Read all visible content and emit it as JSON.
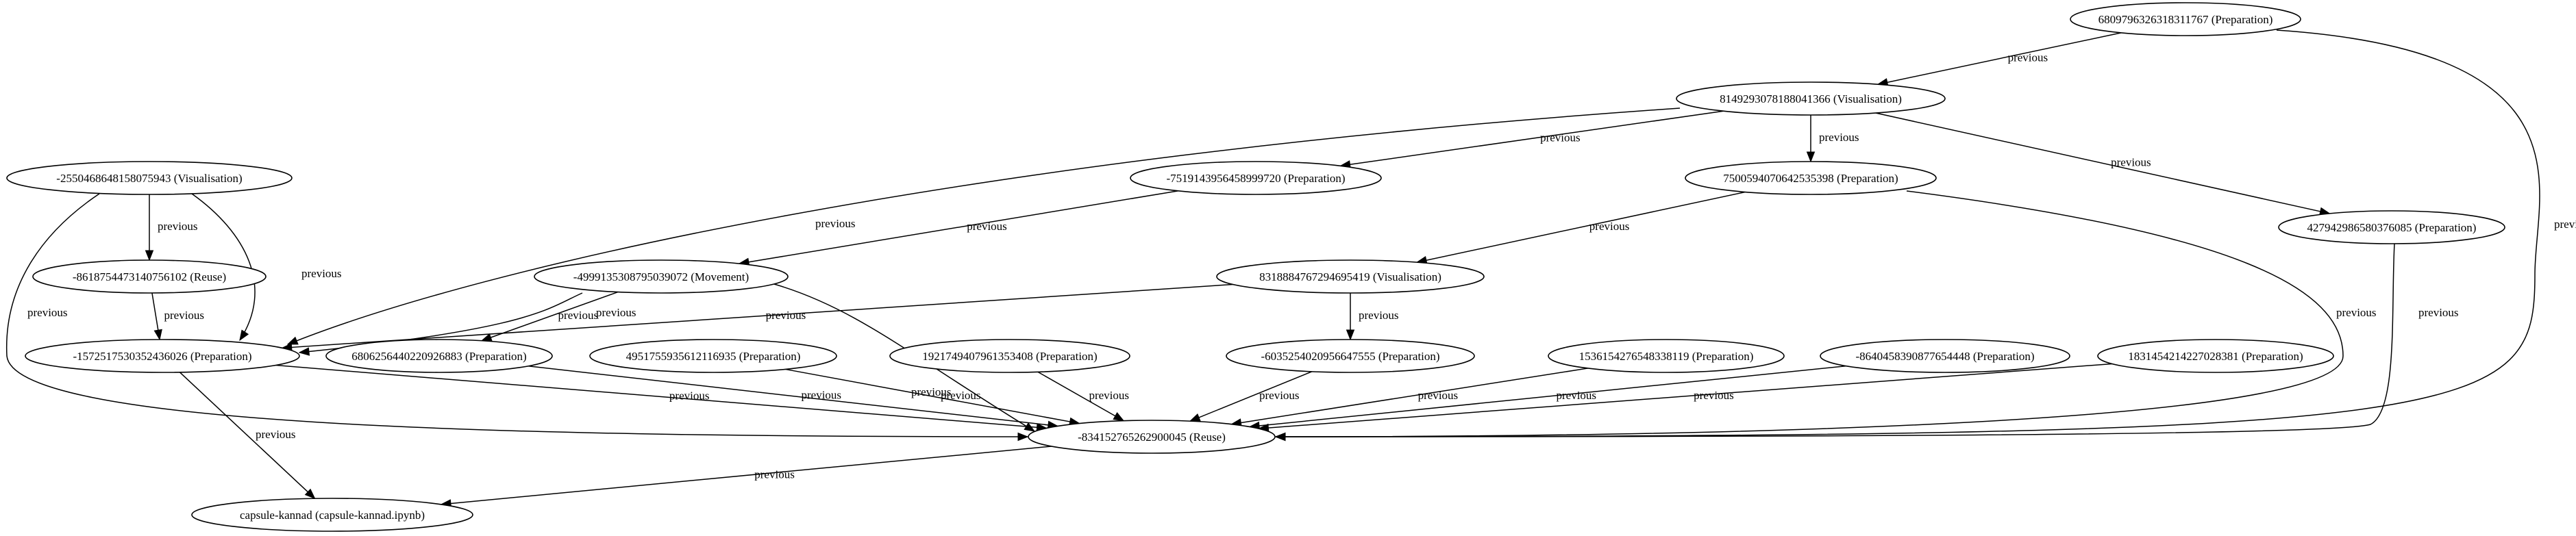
{
  "graph": {
    "edge_label": "previous",
    "nodes": [
      {
        "id": "n1",
        "label": "6809796326318311767 (Preparation)"
      },
      {
        "id": "n2",
        "label": "8149293078188041366 (Visualisation)"
      },
      {
        "id": "n3",
        "label": "-2550468648158075943 (Visualisation)"
      },
      {
        "id": "n4",
        "label": "-7519143956458999720 (Preparation)"
      },
      {
        "id": "n5",
        "label": "7500594070642535398 (Preparation)"
      },
      {
        "id": "n6",
        "label": "427942986580376085 (Preparation)"
      },
      {
        "id": "n7",
        "label": "-8618754473140756102 (Reuse)"
      },
      {
        "id": "n8",
        "label": "-4999135308795039072 (Movement)"
      },
      {
        "id": "n9",
        "label": "8318884767294695419 (Visualisation)"
      },
      {
        "id": "n10",
        "label": "-1572517530352436026 (Preparation)"
      },
      {
        "id": "n11",
        "label": "6806256440220926883 (Preparation)"
      },
      {
        "id": "n12",
        "label": "4951755935612116935 (Preparation)"
      },
      {
        "id": "n13",
        "label": "1921749407961353408 (Preparation)"
      },
      {
        "id": "n14",
        "label": "-6035254020956647555 (Preparation)"
      },
      {
        "id": "n15",
        "label": "1536154276548338119 (Preparation)"
      },
      {
        "id": "n16",
        "label": "-8640458390877654448 (Preparation)"
      },
      {
        "id": "n17",
        "label": "1831454214227028381 (Preparation)"
      },
      {
        "id": "n18",
        "label": "-834152765262900045 (Reuse)"
      },
      {
        "id": "n19",
        "label": "capsule-kannad (capsule-kannad.ipynb)"
      }
    ],
    "edges": [
      {
        "from": "n1",
        "to": "n2"
      },
      {
        "from": "n1",
        "to": "n18"
      },
      {
        "from": "n2",
        "to": "n4"
      },
      {
        "from": "n2",
        "to": "n5"
      },
      {
        "from": "n2",
        "to": "n6"
      },
      {
        "from": "n2",
        "to": "n10"
      },
      {
        "from": "n3",
        "to": "n7"
      },
      {
        "from": "n3",
        "to": "n10"
      },
      {
        "from": "n3",
        "to": "n18"
      },
      {
        "from": "n4",
        "to": "n8"
      },
      {
        "from": "n5",
        "to": "n9"
      },
      {
        "from": "n5",
        "to": "n18"
      },
      {
        "from": "n6",
        "to": "n18"
      },
      {
        "from": "n7",
        "to": "n10"
      },
      {
        "from": "n8",
        "to": "n10"
      },
      {
        "from": "n8",
        "to": "n11"
      },
      {
        "from": "n8",
        "to": "n18"
      },
      {
        "from": "n9",
        "to": "n10"
      },
      {
        "from": "n9",
        "to": "n14"
      },
      {
        "from": "n10",
        "to": "n18"
      },
      {
        "from": "n10",
        "to": "n19"
      },
      {
        "from": "n11",
        "to": "n18"
      },
      {
        "from": "n12",
        "to": "n18"
      },
      {
        "from": "n13",
        "to": "n18"
      },
      {
        "from": "n14",
        "to": "n18"
      },
      {
        "from": "n15",
        "to": "n18"
      },
      {
        "from": "n16",
        "to": "n18"
      },
      {
        "from": "n17",
        "to": "n18"
      },
      {
        "from": "n18",
        "to": "n19"
      }
    ]
  }
}
